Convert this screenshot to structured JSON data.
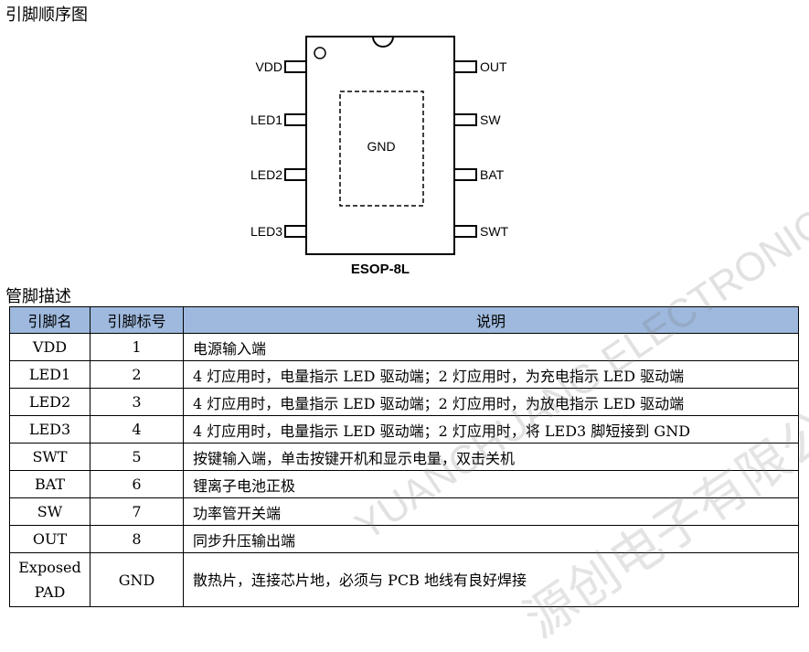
{
  "titles": {
    "pin_order": "引脚顺序图",
    "pin_desc": "管脚描述"
  },
  "package": {
    "name": "ESOP-8L",
    "center": "GND",
    "left_pins": [
      "VDD",
      "LED1",
      "LED2",
      "LED3"
    ],
    "right_pins": [
      "OUT",
      "SW",
      "BAT",
      "SWT"
    ]
  },
  "table": {
    "headers": [
      "引脚名",
      "引脚标号",
      "说明"
    ],
    "rows": [
      {
        "name": "VDD",
        "num": "1",
        "desc": "电源输入端"
      },
      {
        "name": "LED1",
        "num": "2",
        "desc": "4 灯应用时，电量指示 LED 驱动端；2 灯应用时，为充电指示 LED 驱动端"
      },
      {
        "name": "LED2",
        "num": "3",
        "desc": "4 灯应用时，电量指示 LED 驱动端；2 灯应用时，为放电指示 LED 驱动端"
      },
      {
        "name": "LED3",
        "num": "4",
        "desc": "4 灯应用时，电量指示 LED 驱动端；2 灯应用时，将 LED3 脚短接到 GND"
      },
      {
        "name": "SWT",
        "num": "5",
        "desc": "按键输入端，单击按键开机和显示电量，双击关机"
      },
      {
        "name": "BAT",
        "num": "6",
        "desc": "锂离子电池正极"
      },
      {
        "name": "SW",
        "num": "7",
        "desc": "功率管开关端"
      },
      {
        "name": "OUT",
        "num": "8",
        "desc": "同步升压输出端"
      },
      {
        "name_line1": "Exposed",
        "name_line2": "PAD",
        "num": "GND",
        "desc": "散热片，连接芯片地，必须与 PCB 地线有良好焊接"
      }
    ]
  },
  "watermark": {
    "latin": "YUANCHUANG ELECTRONIC CO.,LTD",
    "chinese": "源创电子有限公司"
  }
}
